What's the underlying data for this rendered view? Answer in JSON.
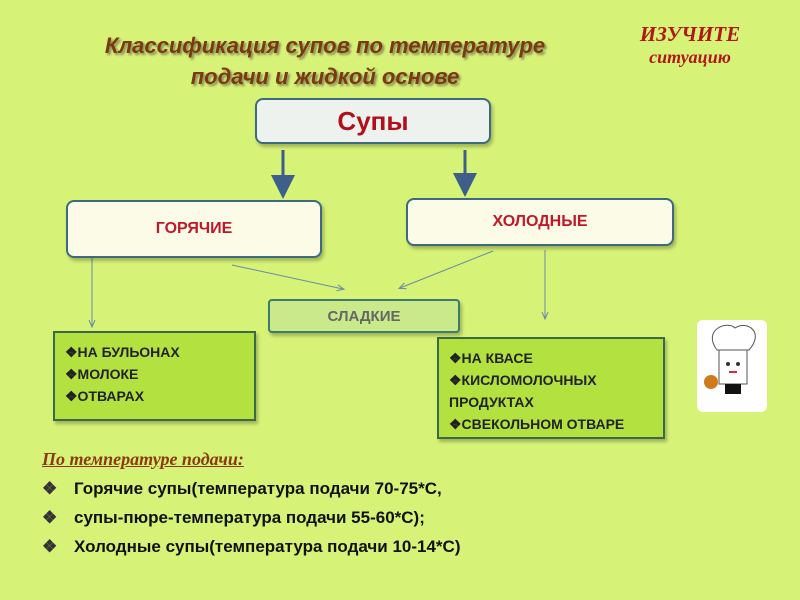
{
  "title": {
    "line1": "Классификация супов по температуре",
    "line2": "подачи и жидкой основе"
  },
  "study": {
    "line1": "ИЗУЧИТЕ",
    "line2": "ситуацию"
  },
  "nodes": {
    "soups": "Супы",
    "hot": "ГОРЯЧИЕ",
    "cold": "ХОЛОДНЫЕ",
    "sweet": "СЛАДКИЕ"
  },
  "hot_list": [
    "❖НА БУЛЬОНАХ",
    "❖МОЛОКЕ",
    "❖ОТВАРАХ"
  ],
  "cold_list": [
    "❖НА КВАСЕ",
    "❖КИСЛОМОЛОЧНЫХ",
    "ПРОДУКТАХ",
    "❖СВЕКОЛЬНОМ  ОТВАРЕ"
  ],
  "bottom": {
    "heading": "По температуре подачи:",
    "bullet": "❖",
    "items": [
      "Горячие супы(температура подачи 70-75*С,",
      "супы-пюре-температура подачи 55-60*С);",
      "Холодные супы(температура подачи  10-14*С)"
    ]
  }
}
